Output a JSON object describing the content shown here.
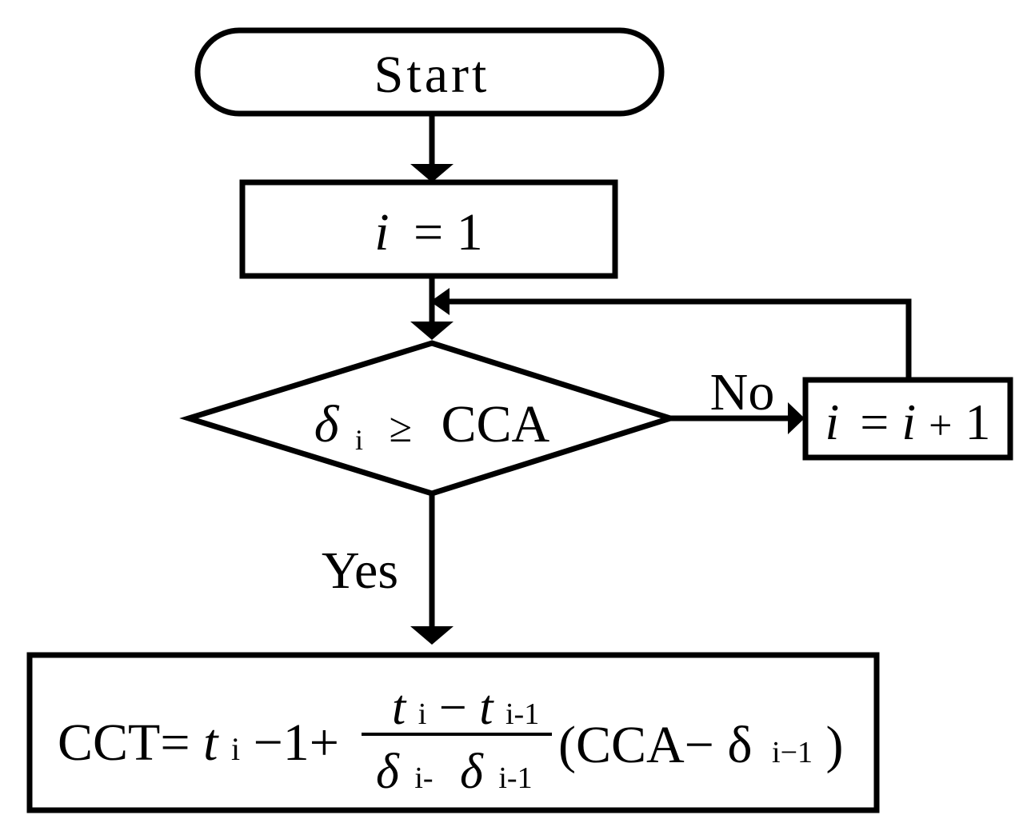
{
  "flowchart": {
    "start": {
      "label": "Start"
    },
    "init": {
      "var": "i",
      "eq": "=",
      "val": "1"
    },
    "decision": {
      "sym": "δ",
      "sub": "i",
      "op": "≥",
      "rhs": "CCA"
    },
    "increment": {
      "var": "i",
      "eq": "=",
      "var2": "i",
      "plus": "+",
      "one": "1"
    },
    "edges": {
      "no": "No",
      "yes": "Yes"
    },
    "result": {
      "prefix": "CCT=",
      "t": "t",
      "sub_i": "i",
      "minus1": "−1+",
      "num_t1": "t",
      "num_sub1": "i",
      "num_minus": "−",
      "num_t2": "t",
      "num_sub2": "i-1",
      "den_d1": "δ",
      "den_sub1": "i-",
      "den_d2": "δ",
      "den_sub2": "i-1",
      "paren_open": "(CCA−",
      "paren_d": "δ",
      "paren_sub": "i−1",
      "paren_close": ")"
    }
  },
  "colors": {
    "stroke": "#000000",
    "background": "#ffffff"
  }
}
